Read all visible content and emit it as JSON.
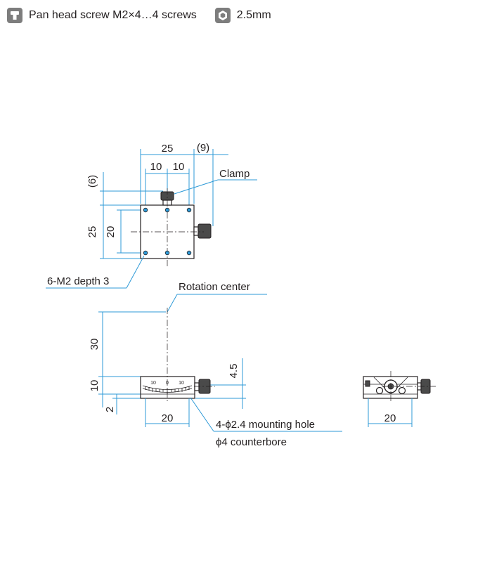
{
  "legend": {
    "items": [
      {
        "icon": "pan-head-screw-icon",
        "label": "Pan head screw M2×4…4 screws"
      },
      {
        "icon": "hex-wrench-icon",
        "label": "2.5mm"
      }
    ]
  },
  "dimensions": {
    "top_width": "25",
    "top_clamp_offset": "(9)",
    "top_half_left": "10",
    "top_half_right": "10",
    "top_clamp_height": "(6)",
    "top_height": "25",
    "top_hole_pitch": "20",
    "front_rotation_height": "30",
    "front_body_height": "10",
    "front_base_offset": "2",
    "front_scale_height": "4.5",
    "front_base_width": "20",
    "side_base_width": "20"
  },
  "labels": {
    "clamp": "Clamp",
    "tapped_holes": "6-M2 depth 3",
    "rotation_center": "Rotation center",
    "mounting_hole": "4-ϕ2.4 mounting hole",
    "counterbore": "ϕ4 counterbore",
    "scale_left": "10",
    "scale_center": "0",
    "scale_right": "10"
  },
  "colors": {
    "dimension_line": "#2e9ad7",
    "outline": "#231f20",
    "icon_bg": "#7d7d7d"
  }
}
